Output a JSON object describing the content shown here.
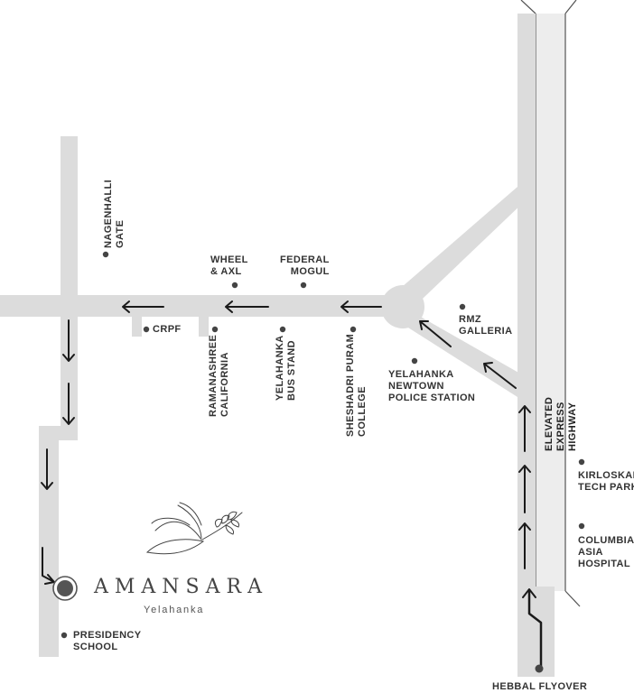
{
  "map": {
    "colors": {
      "road": "#dcdcdc",
      "highway_strip": "#ededed",
      "arrow": "#1a1a1a",
      "dot": "#444444",
      "text": "#333333",
      "outline": "#555555"
    },
    "labels": {
      "nagenhalli_gate": "NAGENHALLI\nGATE",
      "wheel_axl": "WHEEL\n& AXL",
      "federal_mogul": "FEDERAL\nMOGUL",
      "crpf": "CRPF",
      "ramanashree": "RAMANASHREE\nCALIFORNIA",
      "yelahanka_bus_stand": "YELAHANKA\nBUS STAND",
      "sheshadri_puram": "SHESHADRI PURAM\nCOLLEGE",
      "rmz_galleria": "RMZ\nGALLERIA",
      "police_station": "YELAHANKA\nNEWTOWN\nPOLICE STATION",
      "elevated_highway": "ELEVATED EXPRESS HIGHWAY",
      "kirloskar": "KIRLOSKAR\nTECH PARK",
      "columbia_asia": "COLUMBIA\nASIA\nHOSPITAL",
      "presidency_school": "PRESIDENCY\nSCHOOL",
      "hebbal_flyover": "HEBBAL FLYOVER"
    },
    "icons": {
      "destination": "target-icon",
      "logo": "dove-with-olive-branch-icon",
      "route_arrows": "arrow-icon"
    },
    "brand": {
      "name": "AMANSARA",
      "location": "Yelahanka"
    }
  }
}
